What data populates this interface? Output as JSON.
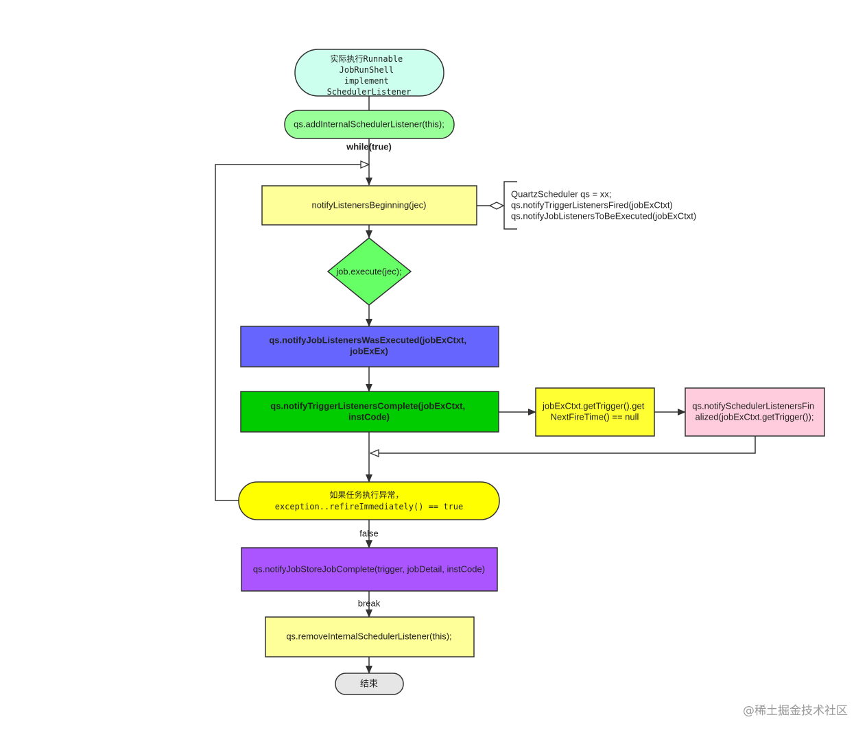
{
  "nodes": {
    "start": {
      "lines": [
        "实际执行Runnable",
        "JobRunShell",
        "implement",
        "SchedulerListener"
      ],
      "fill": "#ccffee"
    },
    "add_listener": {
      "lines": [
        "qs.addInternalSchedulerListener(this);"
      ],
      "fill": "#99ff99"
    },
    "notify_beginning": {
      "lines": [
        "notifyListenersBeginning(jec)"
      ],
      "fill": "#ffff99"
    },
    "note": {
      "lines": [
        "QuartzScheduler qs =  xx;",
        "qs.notifyTriggerListenersFired(jobExCtxt)",
        "qs.notifyJobListenersToBeExecuted(jobExCtxt)"
      ]
    },
    "execute": {
      "lines": [
        "job.execute(jec);"
      ],
      "fill": "#66ff66"
    },
    "was_executed": {
      "lines": [
        "qs.notifyJobListenersWasExecuted(jobExCtxt,",
        "jobExEx)"
      ],
      "fill": "#6666ff"
    },
    "trigger_complete": {
      "lines": [
        "qs.notifyTriggerListenersComplete(jobExCtxt,",
        "instCode)"
      ],
      "fill": "#00cc00"
    },
    "next_fire": {
      "lines": [
        "jobExCtxt.getTrigger().get",
        "NextFireTime() == null"
      ],
      "fill": "#ffff33"
    },
    "finalized": {
      "lines": [
        "qs.notifySchedulerListenersFin",
        "alized(jobExCtxt.getTrigger());"
      ],
      "fill": "#ffccdd"
    },
    "exception": {
      "lines": [
        "如果任务执行异常，",
        "exception..refireImmediately() == true"
      ],
      "fill": "#ffff00"
    },
    "job_complete": {
      "lines": [
        "qs.notifyJobStoreJobComplete(trigger, jobDetail, instCode)"
      ],
      "fill": "#aa55ff"
    },
    "remove_listener": {
      "lines": [
        "qs.removeInternalSchedulerListener(this);"
      ],
      "fill": "#ffff99"
    },
    "end": {
      "lines": [
        "结束"
      ],
      "fill": "#e6e6e6"
    }
  },
  "edge_labels": {
    "while": "while(true)",
    "false": "false",
    "break": "break"
  },
  "watermark": "@稀土掘金技术社区"
}
